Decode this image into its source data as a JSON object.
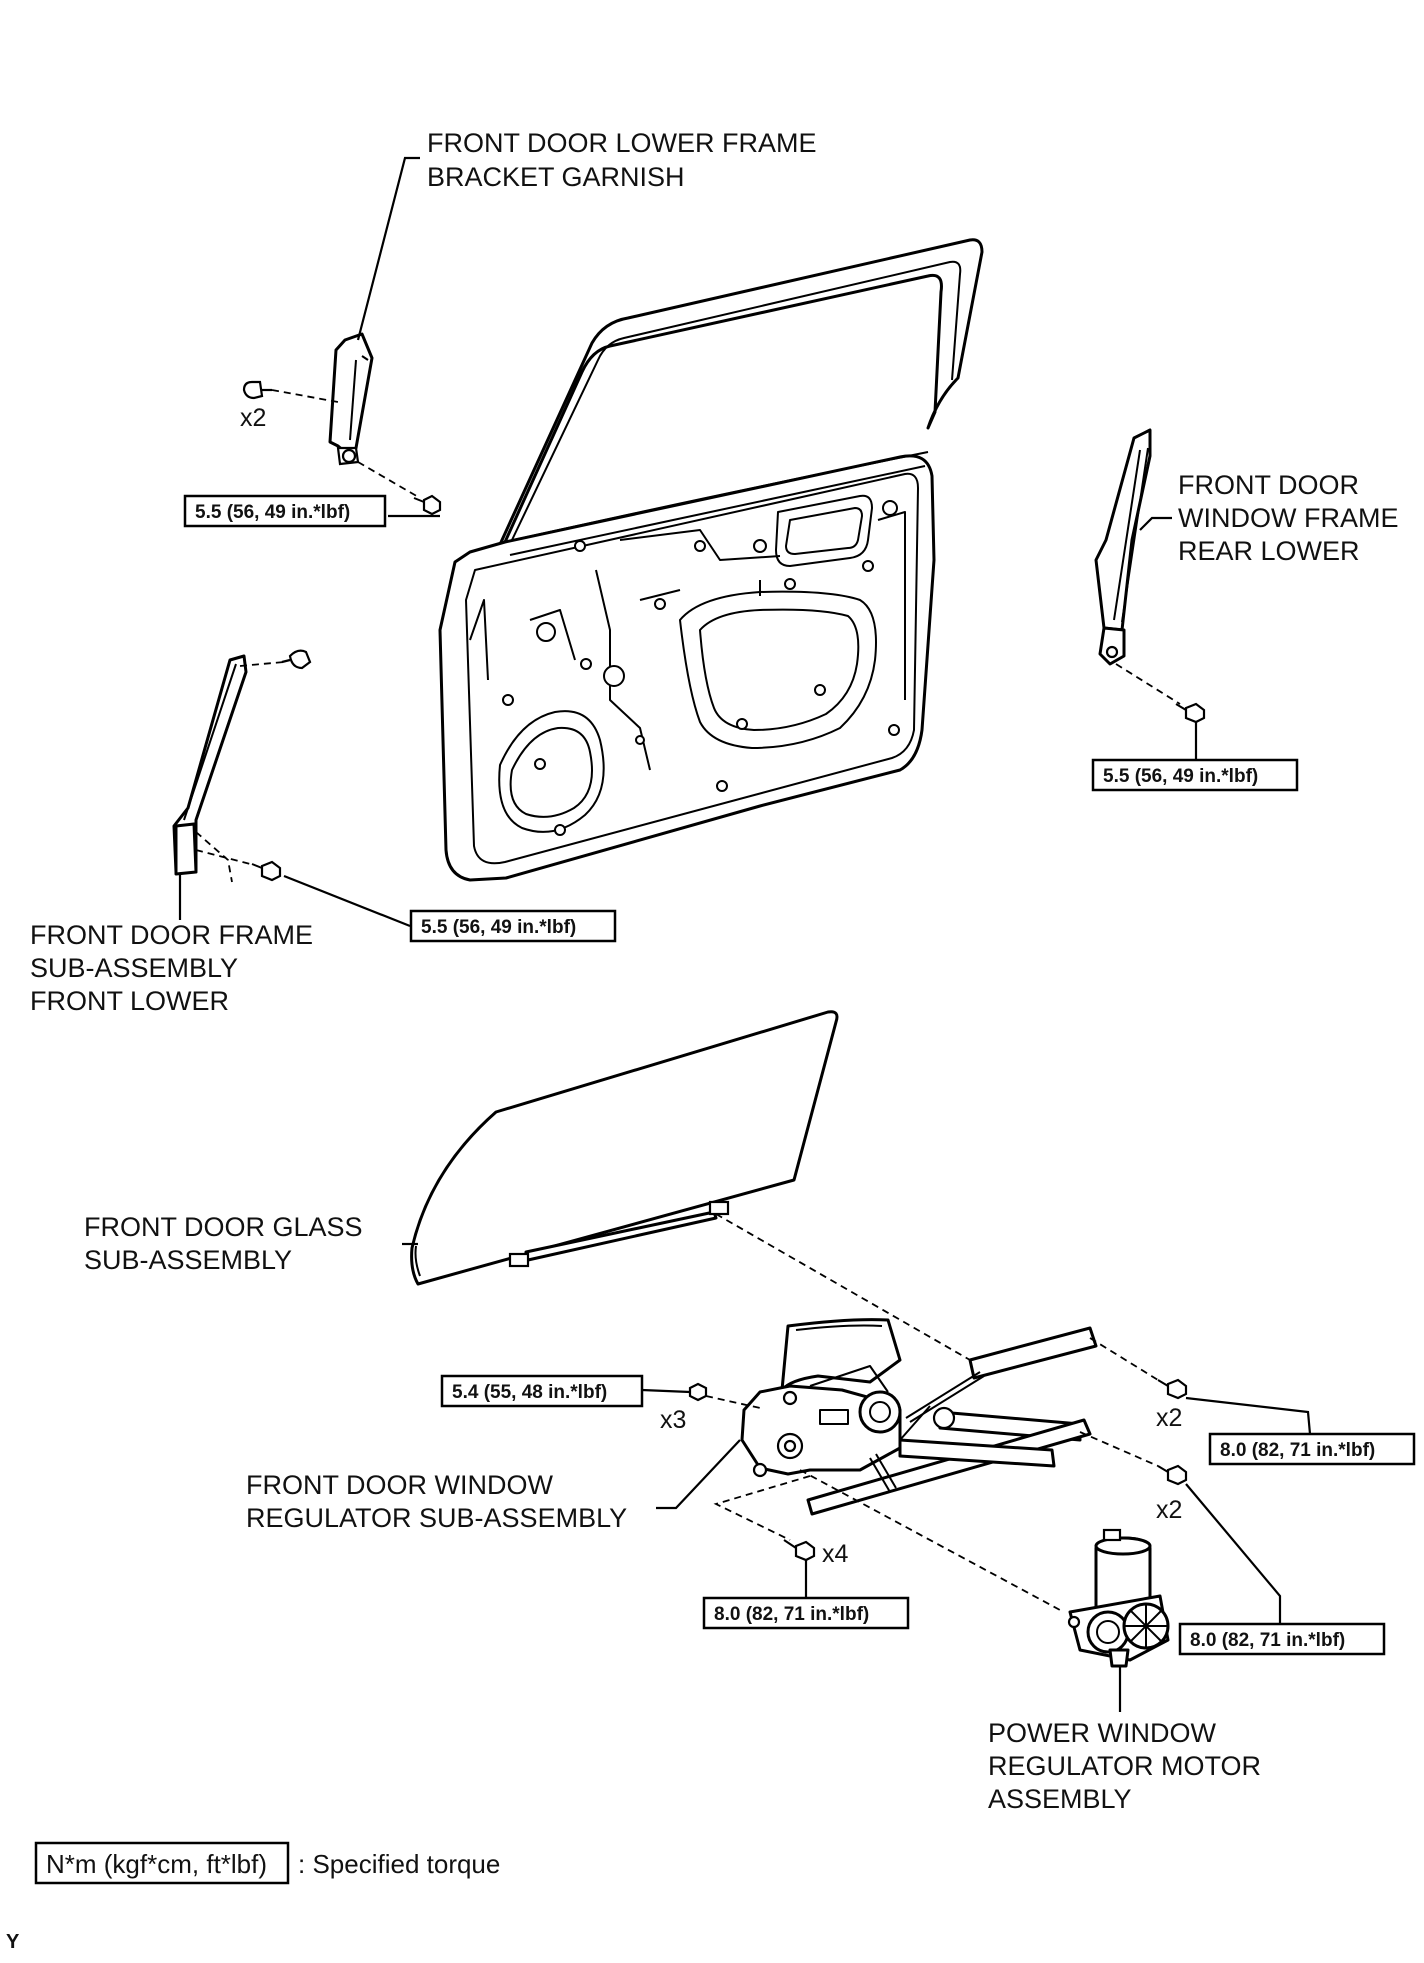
{
  "labels": {
    "lower_frame_bracket_garnish": [
      "FRONT DOOR LOWER FRAME",
      "BRACKET GARNISH"
    ],
    "window_frame_rear_lower": [
      "FRONT DOOR",
      "WINDOW FRAME",
      "REAR LOWER"
    ],
    "frame_sub_assembly_front_lower": [
      "FRONT DOOR FRAME",
      "SUB-ASSEMBLY",
      "FRONT LOWER"
    ],
    "glass_sub_assembly": [
      "FRONT DOOR GLASS",
      "SUB-ASSEMBLY"
    ],
    "window_regulator_sub_assembly": [
      "FRONT DOOR WINDOW",
      "REGULATOR SUB-ASSEMBLY"
    ],
    "power_window_motor": [
      "POWER WINDOW",
      "REGULATOR MOTOR",
      "ASSEMBLY"
    ]
  },
  "torques": {
    "garnish_bolt": "5.5 (56, 49 in.*lbf)",
    "rear_lower_bolt": "5.5 (56, 49 in.*lbf)",
    "front_lower_bolt": "5.5 (56, 49 in.*lbf)",
    "regulator_bolts_x3": "5.4 (55, 48 in.*lbf)",
    "regulator_upper_x2": "8.0 (82, 71 in.*lbf)",
    "regulator_lower_x2": "8.0 (82, 71 in.*lbf)",
    "regulator_x4": "8.0 (82, 71 in.*lbf)"
  },
  "counts": {
    "garnish": "x2",
    "regulator_bolts": "x3",
    "upper_bolts": "x2",
    "lower_bolts": "x2",
    "regulator_nuts": "x4"
  },
  "legend": {
    "unit": "N*m (kgf*cm, ft*lbf)",
    "text": ": Specified torque"
  },
  "corner_mark": "Y"
}
